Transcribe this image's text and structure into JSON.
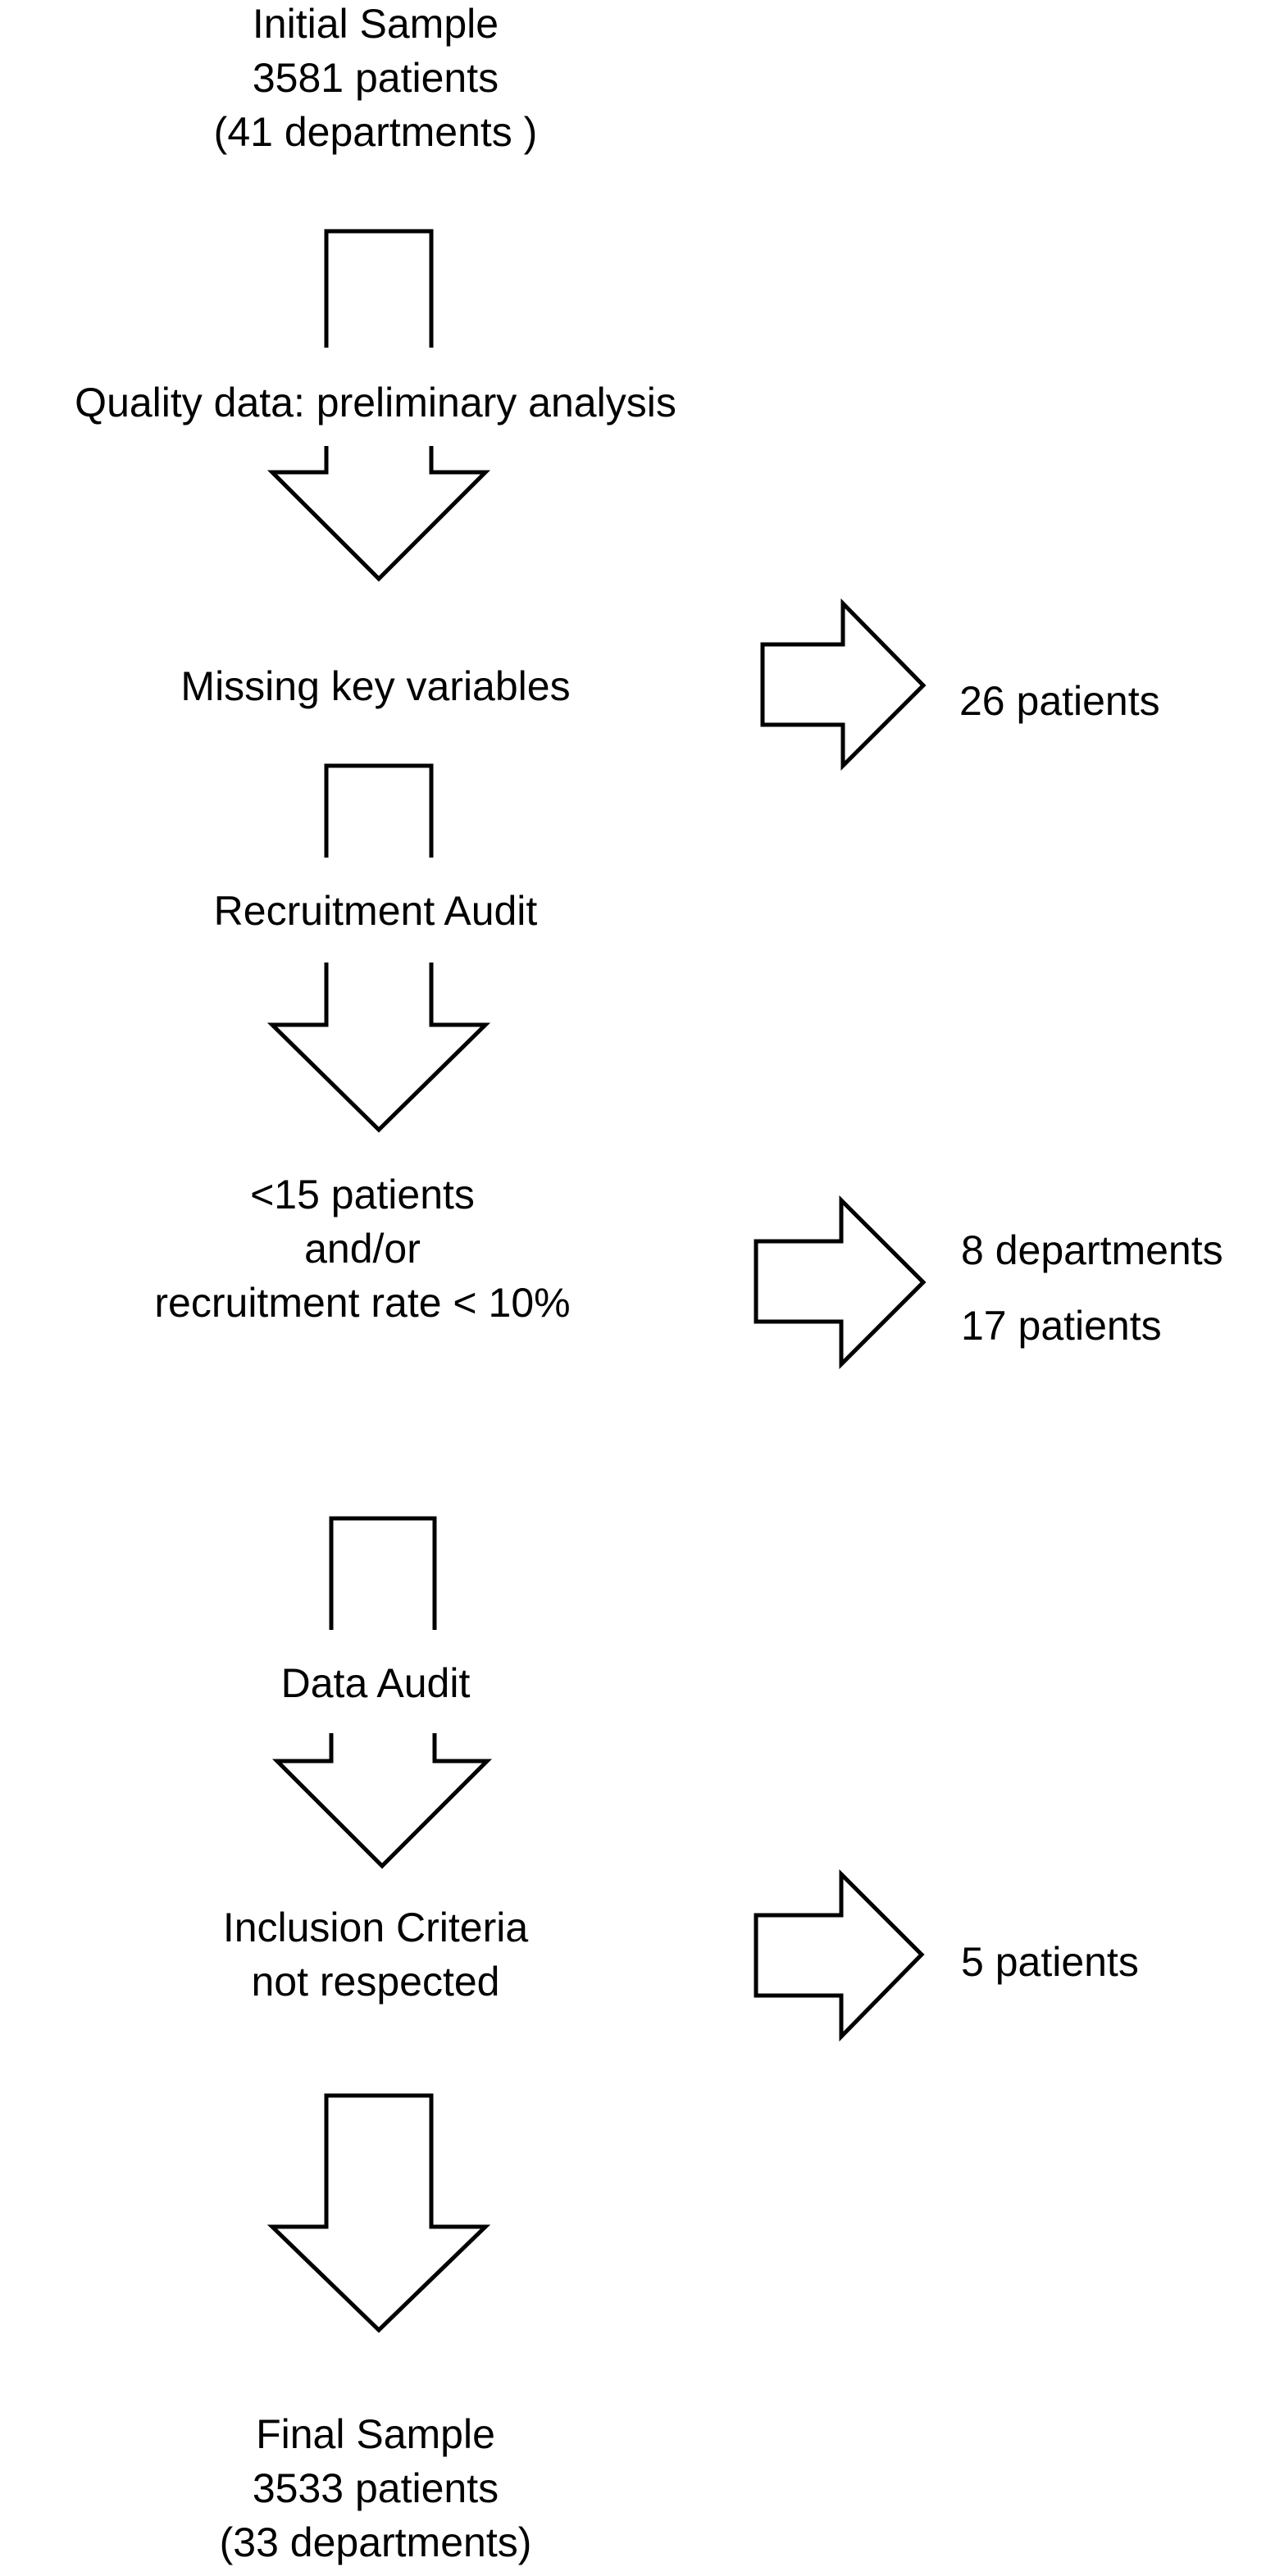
{
  "flow": {
    "initial_sample": {
      "title": "Initial Sample",
      "count": "3581 patients",
      "departments": "(41 departments )"
    },
    "quality_step": "Quality data: preliminary analysis",
    "missing_step": "Missing key variables",
    "missing_excluded": "26 patients",
    "recruitment_step": "Recruitment Audit",
    "recruitment_criterion": {
      "line1": "<15 patients",
      "line2": "and/or",
      "line3": "recruitment rate < 10%"
    },
    "recruitment_excluded": {
      "departments": "8 departments",
      "patients": "17 patients"
    },
    "data_audit_step": "Data Audit",
    "inclusion_step": {
      "line1": "Inclusion Criteria",
      "line2": "not respected"
    },
    "inclusion_excluded": "5 patients",
    "final_sample": {
      "title": "Final Sample",
      "count": "3533 patients",
      "departments": "(33 departments)"
    }
  },
  "colors": {
    "stroke": "#000000",
    "background": "#ffffff"
  }
}
